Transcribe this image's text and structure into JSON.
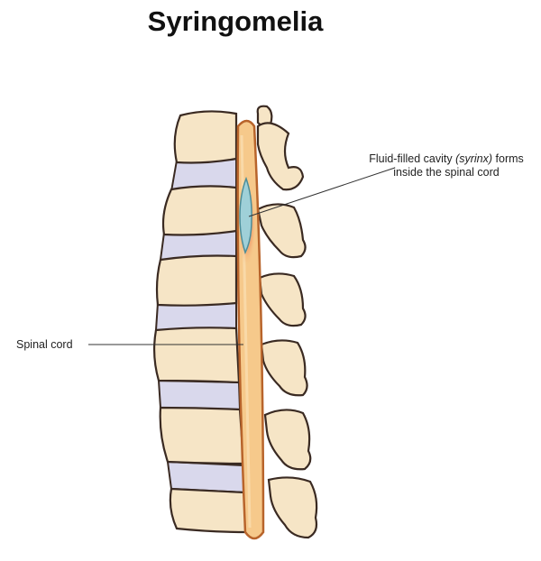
{
  "title": "Syringomelia",
  "labels": {
    "syrinx_line1_prefix": "Fluid-filled cavity ",
    "syrinx_line1_italic": "(syrinx)",
    "syrinx_line1_suffix": " forms",
    "syrinx_line2": "inside the spinal cord",
    "spinal_cord": "Spinal cord"
  },
  "colors": {
    "bone": "#F6E5C6",
    "bone_outline": "#3A2A22",
    "disc": "#D9D8EC",
    "spinal_cord": "#F6C98B",
    "cord_outline": "#B8642B",
    "syrinx": "#9FD0D8",
    "inflammation": "#E8745A"
  }
}
